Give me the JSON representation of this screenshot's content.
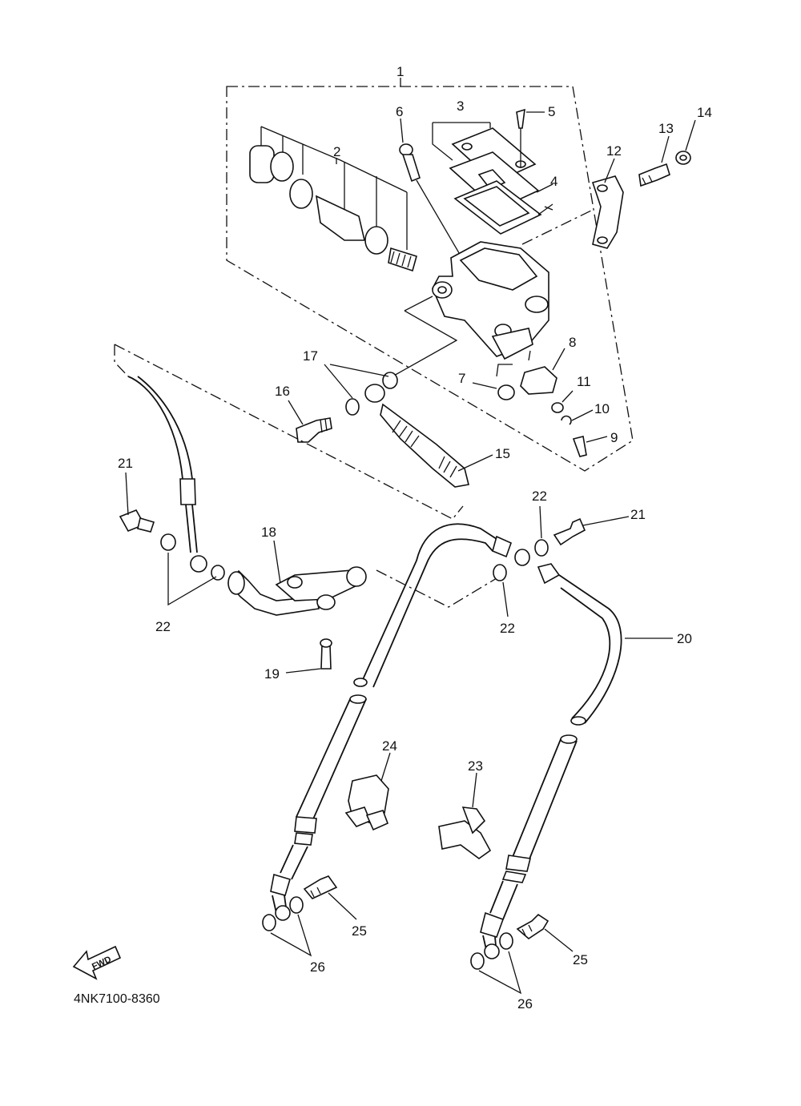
{
  "diagram": {
    "part_code": "4NK7100-8360",
    "fwd_label": "FWD",
    "callouts": {
      "n1": "1",
      "n2": "2",
      "n3": "3",
      "n4": "4",
      "n5": "5",
      "n6": "6",
      "n7": "7",
      "n8": "8",
      "n9": "9",
      "n10": "10",
      "n11": "11",
      "n12": "12",
      "n13": "13",
      "n14": "14",
      "n15": "15",
      "n16": "16",
      "n17": "17",
      "n18": "18",
      "n19": "19",
      "n20": "20",
      "n21": "21",
      "n22": "22",
      "n23": "23",
      "n24": "24",
      "n25": "25",
      "n26": "26"
    }
  }
}
